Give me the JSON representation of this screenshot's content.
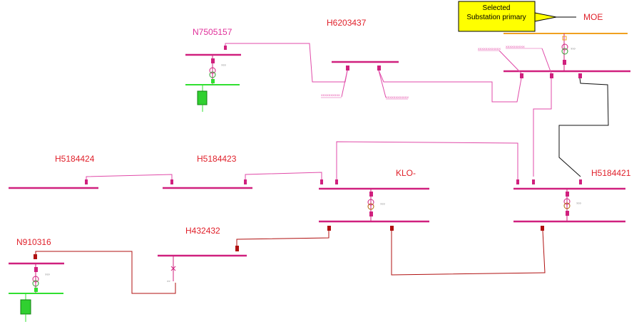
{
  "colors": {
    "busbar_magenta": "#d0207e",
    "wire_pink": "#e04aa8",
    "wire_darkred": "#b01010",
    "wire_black": "#111111",
    "green_bus": "#30e030",
    "orange_bus": "#f0a020",
    "label_red": "#e0202a",
    "label_magenta": "#e0309a",
    "callout_fill": "#ffff00"
  },
  "callout": {
    "line1": "Selected",
    "line2": "Substation primary",
    "target": "MOE"
  },
  "substations": {
    "n7505157": "N7505157",
    "h6203437": "H6203437",
    "h5184424": "H5184424",
    "h5184423": "H5184423",
    "klo": "KLO-",
    "h5184421": "H5184421",
    "h432432": "H432432",
    "n910316": "N910316"
  },
  "small_text": {
    "feeder_a": "XXXXXXXXXXXX",
    "feeder_b": "XXXXXXXXXX",
    "feeder_c": "XXXXXXXXXX",
    "feeder_d": "XXXXXXXXXXXX",
    "unit": "???",
    "switch": ">>"
  }
}
